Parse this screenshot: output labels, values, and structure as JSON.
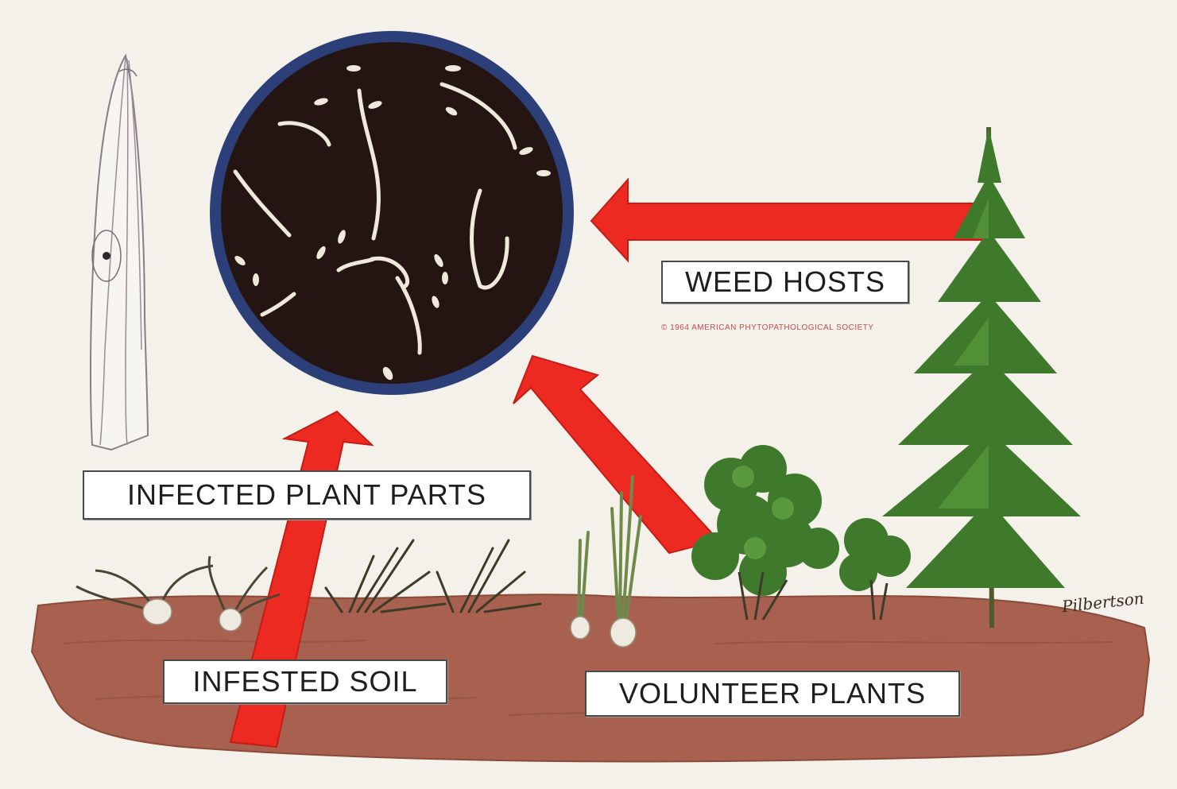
{
  "diagram": {
    "labels": {
      "weed_hosts": "WEED HOSTS",
      "infected_plant_parts": "INFECTED PLANT PARTS",
      "infested_soil": "INFESTED SOIL",
      "volunteer_plants": "VOLUNTEER PLANTS"
    },
    "copyright": "© 1964 AMERICAN PHYTOPATHOLOGICAL SOCIETY",
    "signature": "Pilbertson"
  },
  "colors": {
    "background": "#f3f1ea",
    "soil": "#a8614e",
    "arrow": "#ec2a22",
    "circle_fill": "#241512",
    "circle_rim": "#2c3f78",
    "foliage": "#3f7a2c"
  }
}
